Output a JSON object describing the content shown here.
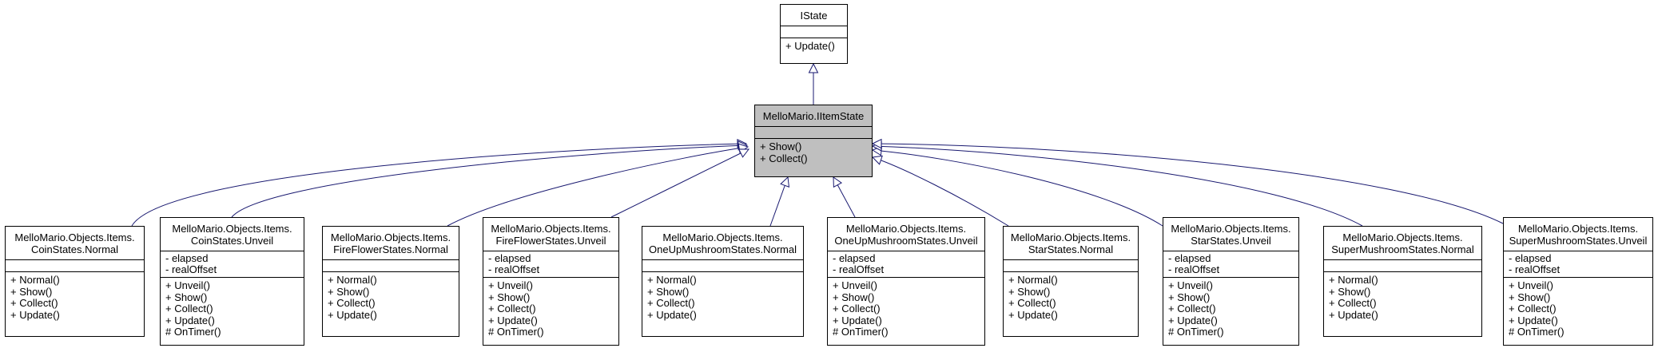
{
  "classes": [
    {
      "id": "istate",
      "name_lines": [
        "IState"
      ],
      "attributes": [],
      "operations": [
        "+ Update()"
      ]
    },
    {
      "id": "iitemstate",
      "name_lines": [
        "MelloMario.IItemState"
      ],
      "attributes": [],
      "operations": [
        "+ Show()",
        "+ Collect()"
      ]
    },
    {
      "id": "coin-normal",
      "name_lines": [
        "MelloMario.Objects.Items.",
        "CoinStates.Normal"
      ],
      "attributes": [],
      "operations": [
        "+ Normal()",
        "+ Show()",
        "+ Collect()",
        "+ Update()"
      ]
    },
    {
      "id": "coin-unveil",
      "name_lines": [
        "MelloMario.Objects.Items.",
        "CoinStates.Unveil"
      ],
      "attributes": [
        "- elapsed",
        "- realOffset"
      ],
      "operations": [
        "+ Unveil()",
        "+ Show()",
        "+ Collect()",
        "+ Update()",
        "# OnTimer()"
      ]
    },
    {
      "id": "fireflower-normal",
      "name_lines": [
        "MelloMario.Objects.Items.",
        "FireFlowerStates.Normal"
      ],
      "attributes": [],
      "operations": [
        "+ Normal()",
        "+ Show()",
        "+ Collect()",
        "+ Update()"
      ]
    },
    {
      "id": "fireflower-unveil",
      "name_lines": [
        "MelloMario.Objects.Items.",
        "FireFlowerStates.Unveil"
      ],
      "attributes": [
        "- elapsed",
        "- realOffset"
      ],
      "operations": [
        "+ Unveil()",
        "+ Show()",
        "+ Collect()",
        "+ Update()",
        "# OnTimer()"
      ]
    },
    {
      "id": "oneup-normal",
      "name_lines": [
        "MelloMario.Objects.Items.",
        "OneUpMushroomStates.Normal"
      ],
      "attributes": [],
      "operations": [
        "+ Normal()",
        "+ Show()",
        "+ Collect()",
        "+ Update()"
      ]
    },
    {
      "id": "oneup-unveil",
      "name_lines": [
        "MelloMario.Objects.Items.",
        "OneUpMushroomStates.Unveil"
      ],
      "attributes": [
        "- elapsed",
        "- realOffset"
      ],
      "operations": [
        "+ Unveil()",
        "+ Show()",
        "+ Collect()",
        "+ Update()",
        "# OnTimer()"
      ]
    },
    {
      "id": "star-normal",
      "name_lines": [
        "MelloMario.Objects.Items.",
        "StarStates.Normal"
      ],
      "attributes": [],
      "operations": [
        "+ Normal()",
        "+ Show()",
        "+ Collect()",
        "+ Update()"
      ]
    },
    {
      "id": "star-unveil",
      "name_lines": [
        "MelloMario.Objects.Items.",
        "StarStates.Unveil"
      ],
      "attributes": [
        "- elapsed",
        "- realOffset"
      ],
      "operations": [
        "+ Unveil()",
        "+ Show()",
        "+ Collect()",
        "+ Update()",
        "# OnTimer()"
      ]
    },
    {
      "id": "supermushroom-normal",
      "name_lines": [
        "MelloMario.Objects.Items.",
        "SuperMushroomStates.Normal"
      ],
      "attributes": [],
      "operations": [
        "+ Normal()",
        "+ Show()",
        "+ Collect()",
        "+ Update()"
      ]
    },
    {
      "id": "supermushroom-unveil",
      "name_lines": [
        "MelloMario.Objects.Items.",
        "SuperMushroomStates.Unveil"
      ],
      "attributes": [
        "- elapsed",
        "- realOffset"
      ],
      "operations": [
        "+ Unveil()",
        "+ Show()",
        "+ Collect()",
        "+ Update()",
        "# OnTimer()"
      ]
    }
  ],
  "inheritance": [
    {
      "child": "iitemstate",
      "parent": "istate"
    },
    {
      "child": "coin-normal",
      "parent": "iitemstate"
    },
    {
      "child": "coin-unveil",
      "parent": "iitemstate"
    },
    {
      "child": "fireflower-normal",
      "parent": "iitemstate"
    },
    {
      "child": "fireflower-unveil",
      "parent": "iitemstate"
    },
    {
      "child": "oneup-normal",
      "parent": "iitemstate"
    },
    {
      "child": "oneup-unveil",
      "parent": "iitemstate"
    },
    {
      "child": "star-normal",
      "parent": "iitemstate"
    },
    {
      "child": "star-unveil",
      "parent": "iitemstate"
    },
    {
      "child": "supermushroom-normal",
      "parent": "iitemstate"
    },
    {
      "child": "supermushroom-unveil",
      "parent": "iitemstate"
    }
  ],
  "colors": {
    "edge": "#191970",
    "focus_fill": "#bfbfbf",
    "border": "#000000"
  }
}
